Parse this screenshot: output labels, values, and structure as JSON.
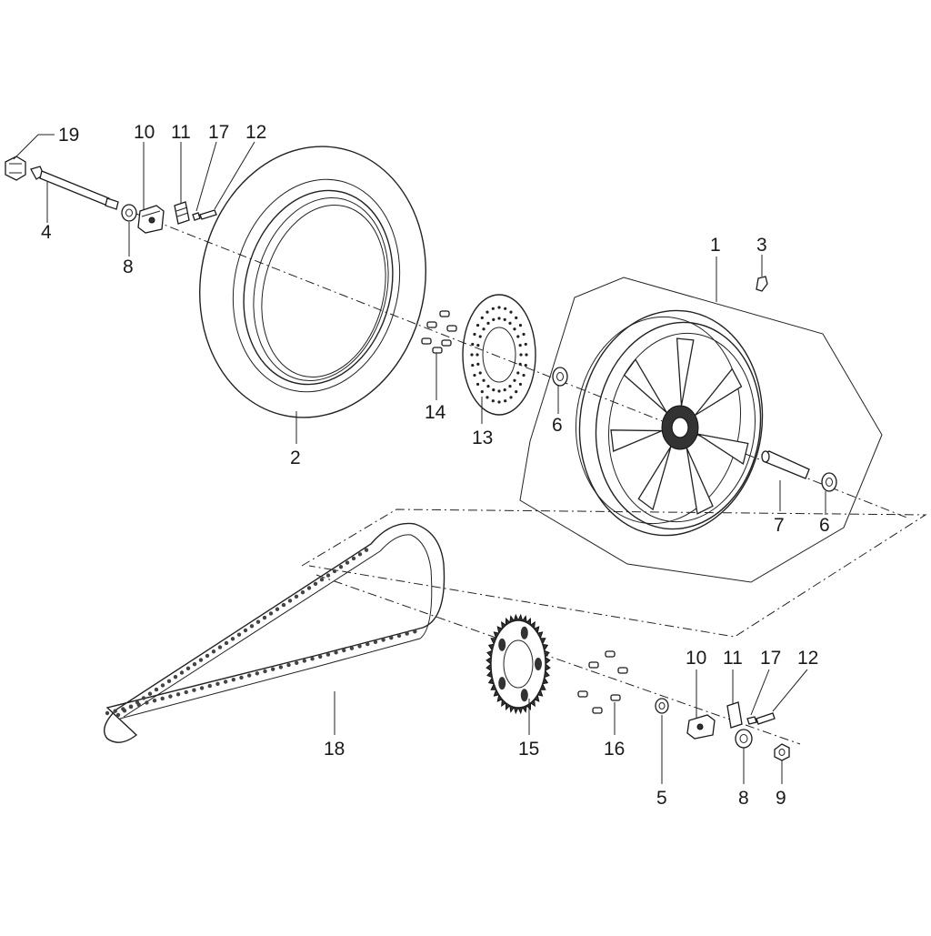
{
  "diagram": {
    "callouts": [
      {
        "id": "c19",
        "label": "19"
      },
      {
        "id": "c10a",
        "label": "10"
      },
      {
        "id": "c11a",
        "label": "11"
      },
      {
        "id": "c17a",
        "label": "17"
      },
      {
        "id": "c12a",
        "label": "12"
      },
      {
        "id": "c4",
        "label": "4"
      },
      {
        "id": "c8a",
        "label": "8"
      },
      {
        "id": "c1",
        "label": "1"
      },
      {
        "id": "c3",
        "label": "3"
      },
      {
        "id": "c2",
        "label": "2"
      },
      {
        "id": "c14",
        "label": "14"
      },
      {
        "id": "c13",
        "label": "13"
      },
      {
        "id": "c6a",
        "label": "6"
      },
      {
        "id": "c7",
        "label": "7"
      },
      {
        "id": "c6b",
        "label": "6"
      },
      {
        "id": "c10b",
        "label": "10"
      },
      {
        "id": "c11b",
        "label": "11"
      },
      {
        "id": "c17b",
        "label": "17"
      },
      {
        "id": "c12b",
        "label": "12"
      },
      {
        "id": "c18",
        "label": "18"
      },
      {
        "id": "c15",
        "label": "15"
      },
      {
        "id": "c16",
        "label": "16"
      },
      {
        "id": "c5",
        "label": "5"
      },
      {
        "id": "c8b",
        "label": "8"
      },
      {
        "id": "c9",
        "label": "9"
      }
    ]
  }
}
